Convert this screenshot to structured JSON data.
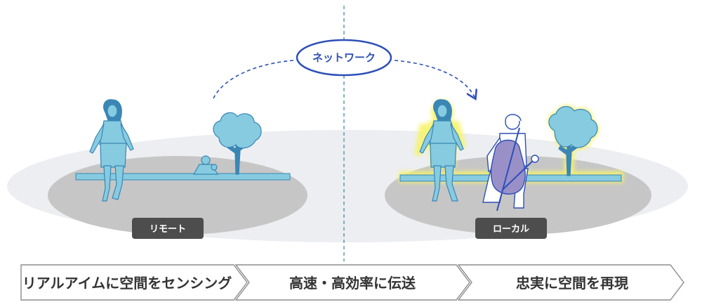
{
  "network": {
    "label": "ネットワーク"
  },
  "remote": {
    "label": "リモート"
  },
  "local": {
    "label": "ローカル"
  },
  "steps": [
    {
      "label": "リアルアイムに空間をセンシング"
    },
    {
      "label": "高速・高効率に伝送"
    },
    {
      "label": "忠実に空間を再現"
    }
  ],
  "colors": {
    "network_stroke": "#2d4fb8",
    "network_text": "#2d4fb8",
    "dashed_arrow": "#2d4fb8",
    "divider": "#4a9aa8",
    "figure_fill": "#86cbe0",
    "figure_stroke": "#3a86b5",
    "glow": "#f6f36a",
    "cellist_fill": "#9a90c8",
    "cellist_stroke": "#2d4fb8",
    "tag_bg": "#4d4d4d",
    "outer_ellipse": "#eceef1",
    "inner_ellipse": "#c6c6c6"
  }
}
